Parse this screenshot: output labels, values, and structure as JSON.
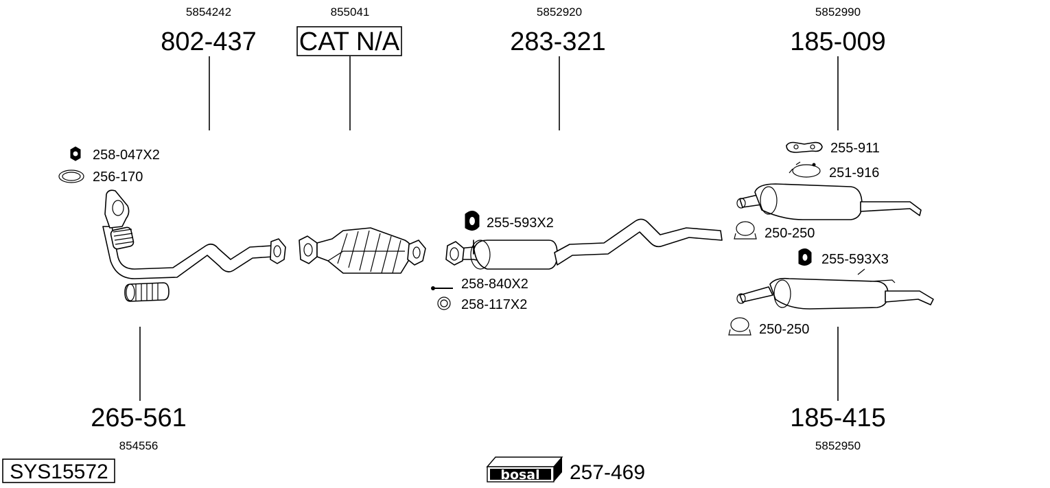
{
  "parts": {
    "front_pipe": {
      "number": "802-437",
      "oem": "5854242"
    },
    "catalyst": {
      "number": "CAT N/A",
      "oem": "855041"
    },
    "centre_silencer": {
      "number": "283-321",
      "oem": "5852920"
    },
    "rear_silencer_a": {
      "number": "185-009",
      "oem": "5852990"
    },
    "flex_pipe": {
      "number": "265-561",
      "oem": "854556"
    },
    "rear_silencer_b": {
      "number": "185-415",
      "oem": "5852950"
    }
  },
  "accessories": {
    "nut": "258-047X2",
    "gasket": "256-170",
    "rubber_hanger": "255-593X2",
    "bolt": "258-840X2",
    "ring": "258-117X2",
    "hanger_bracket": "255-911",
    "clamp_band": "251-916",
    "clamp_a": "250-250",
    "rubber_hanger_b": "255-593X3",
    "clamp_b": "250-250"
  },
  "system_code": "SYS15572",
  "brand": {
    "logo_text": "bosal",
    "kit_number": "257-469"
  }
}
